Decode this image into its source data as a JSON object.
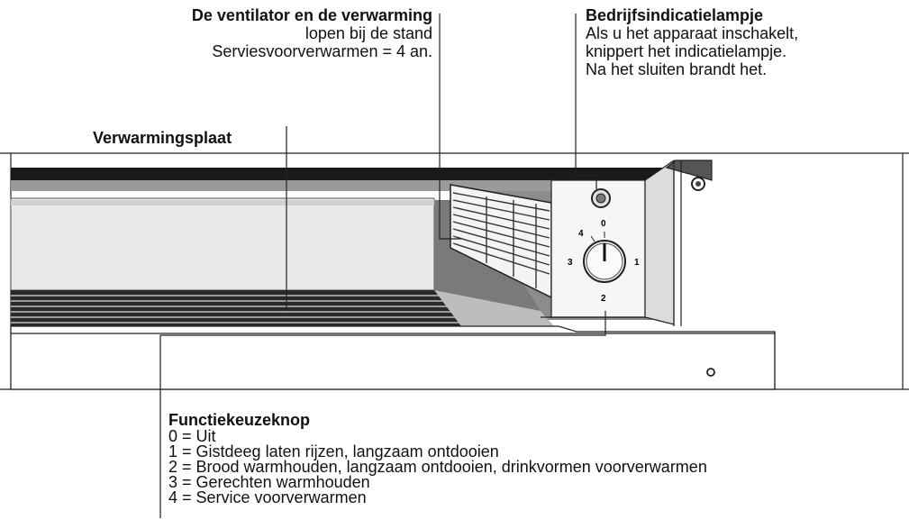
{
  "callouts": {
    "fan": {
      "title": "De ventilator en de verwarming",
      "lines": [
        "lopen bij de stand",
        "Serviesvoorverwarmen = 4 an."
      ]
    },
    "indicator": {
      "title": "Bedrijfsindicatielampje",
      "lines": [
        "Als u het apparaat inschakelt,",
        "knippert het indicatielampje.",
        "Na het sluiten brandt het."
      ]
    },
    "plate": {
      "title": "Verwarmingsplaat"
    },
    "knob": {
      "title": "Functiekeuzeknop",
      "settings": [
        "0 = Uit",
        "1 = Gistdeeg laten rijzen, langzaam ontdooien",
        "2 = Brood warmhouden, langzaam ontdooien, drinkvormen voorverwarmen",
        "3 = Gerechten warmhouden",
        "4 = Service voorverwarmen"
      ]
    }
  },
  "dial_marks": [
    "0",
    "1",
    "2",
    "3",
    "4"
  ]
}
